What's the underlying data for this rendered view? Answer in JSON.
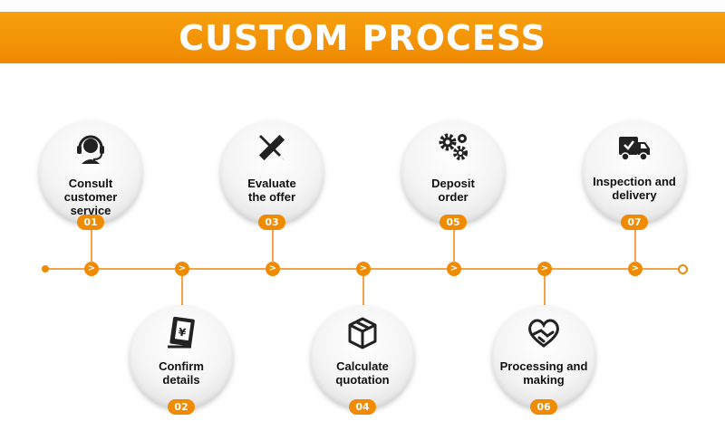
{
  "title": "CUSTOM PROCESS",
  "accent_color": "#f08a00",
  "arrow_glyph": ">",
  "steps": [
    {
      "number": "01",
      "label": "Consult customer service",
      "icon": "headset-icon"
    },
    {
      "number": "02",
      "label": "Confirm details",
      "icon": "ledger-book-icon"
    },
    {
      "number": "03",
      "label": "Evaluate the offer",
      "icon": "ruler-pencil-icon"
    },
    {
      "number": "04",
      "label": "Calculate quotation",
      "icon": "package-box-icon"
    },
    {
      "number": "05",
      "label": "Deposit order",
      "icon": "gears-icon"
    },
    {
      "number": "06",
      "label": "Processing and making",
      "icon": "heart-handshake-icon"
    },
    {
      "number": "07",
      "label": "Inspection and delivery",
      "icon": "delivery-truck-icon"
    }
  ]
}
